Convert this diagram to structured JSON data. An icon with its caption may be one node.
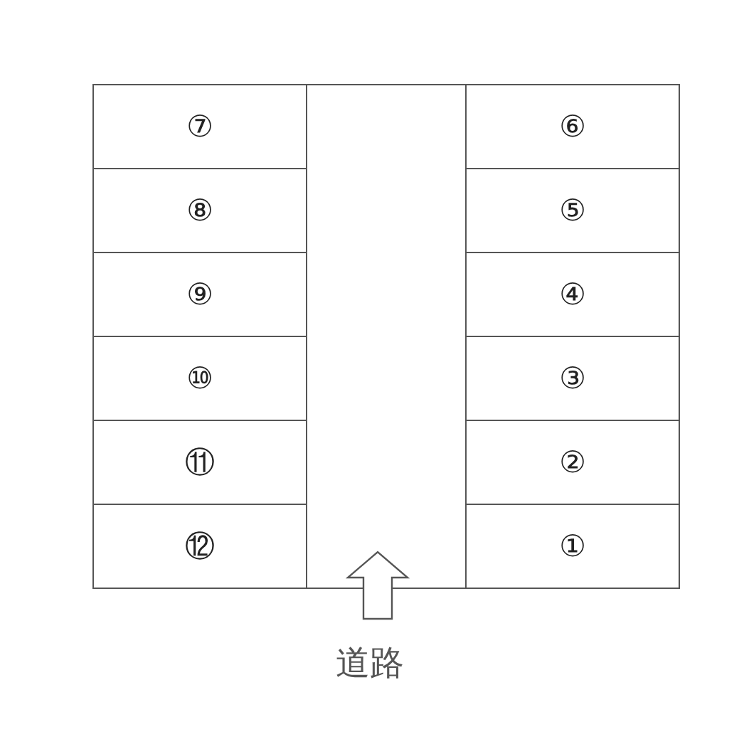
{
  "diagram": {
    "nodes": [
      {
        "text": [
          "⑦"
        ]
      },
      {
        "text": [
          "⑥"
        ]
      },
      {
        "text": [
          "⑧"
        ]
      },
      {
        "text": [
          "⑤"
        ]
      },
      {
        "text": [
          "⑨"
        ]
      },
      {
        "text": [
          "④"
        ]
      },
      {
        "text": [
          "⑩"
        ]
      },
      {
        "text": [
          "③"
        ]
      },
      {
        "text": [
          "⑪"
        ]
      },
      {
        "text": [
          "②"
        ]
      },
      {
        "text": [
          "⑫"
        ]
      },
      {
        "text": [
          "①"
        ]
      },
      {
        "text": [],
        "shape": "box"
      },
      {
        "text": [
          "道路"
        ]
      }
    ],
    "edges": [
      {
        "from": 13,
        "to": 12,
        "arrow": "to"
      }
    ]
  }
}
